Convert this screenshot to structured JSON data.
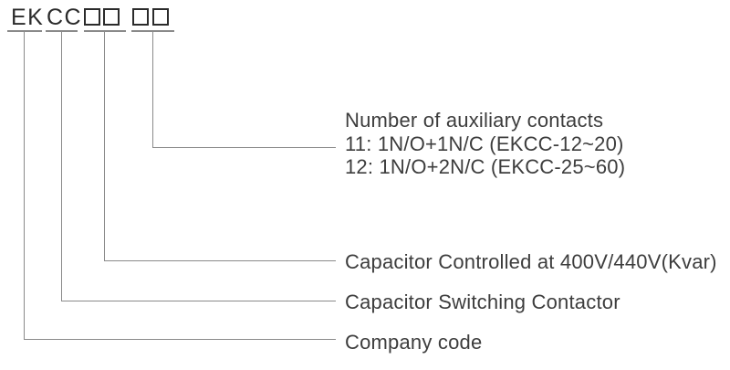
{
  "code": {
    "segments": [
      "EK",
      "CC"
    ],
    "placeholder_box_count": 4
  },
  "branches": [
    {
      "id": "auxiliary-contacts",
      "lines": [
        "Number of auxiliary contacts",
        "11: 1N/O+1N/C (EKCC-12~20)",
        "12: 1N/O+2N/C (EKCC-25~60)"
      ]
    },
    {
      "id": "capacitor-rating",
      "label": "Capacitor Controlled at 400V/440V(Kvar)"
    },
    {
      "id": "contactor-type",
      "label": "Capacitor Switching Contactor"
    },
    {
      "id": "company-code",
      "label": "Company code"
    }
  ],
  "colors": {
    "text": "#3d3d3d",
    "code_text": "#2b2b2b",
    "line": "#8a8a8a"
  }
}
